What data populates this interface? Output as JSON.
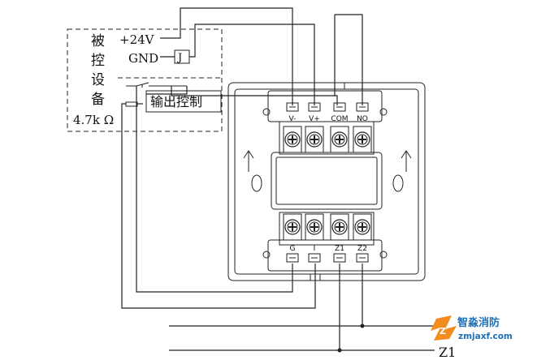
{
  "device": {
    "label_chars": [
      "被",
      "控",
      "设",
      "备"
    ],
    "power_pos": "+24V",
    "power_gnd": "GND",
    "relay_symbol": "J",
    "output_control": "输出控制",
    "resistor": "4.7k Ω"
  },
  "module": {
    "top_terminals": [
      "V-",
      "V+",
      "COM",
      "NO"
    ],
    "bottom_terminals": [
      "G",
      "I",
      "Z1",
      "Z2"
    ]
  },
  "bus": {
    "label": "Z1"
  },
  "watermark": {
    "brand": "智淼消防",
    "url": "zmjaxf.com",
    "logo_letter": "Z"
  },
  "colors": {
    "line": "#222222",
    "watermark_orange": "#f28c1e",
    "watermark_blue": "#1f6fb6"
  }
}
